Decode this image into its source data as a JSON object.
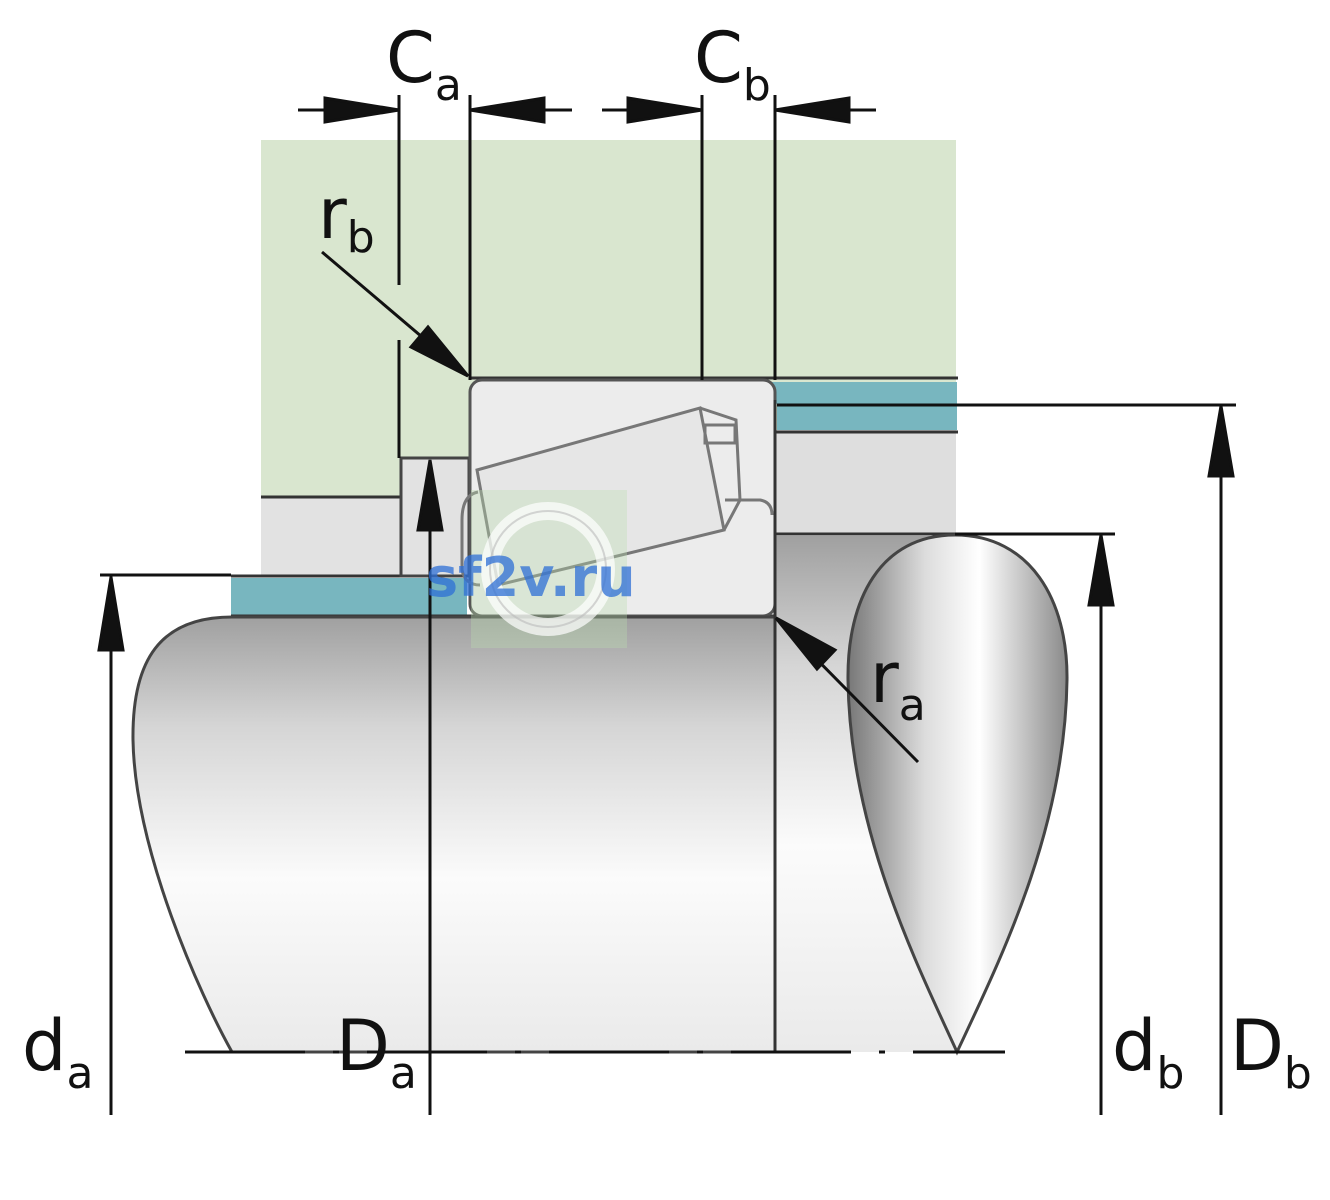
{
  "labels": {
    "Ca": {
      "main": "C",
      "sub": "a"
    },
    "Cb": {
      "main": "C",
      "sub": "b"
    },
    "rb": {
      "main": "r",
      "sub": "b"
    },
    "ra": {
      "main": "r",
      "sub": "a"
    },
    "da": {
      "main": "d",
      "sub": "a"
    },
    "Da": {
      "main": "D",
      "sub": "a"
    },
    "db": {
      "main": "d",
      "sub": "b"
    },
    "Db": {
      "main": "D",
      "sub": "b"
    }
  },
  "watermark": "sf2v.ru",
  "colors": {
    "housing": "#d9e6cf",
    "sleeve": "#78b6bf",
    "ring": "#e2e2e2",
    "bearing": "#ececec",
    "line": "#333333"
  }
}
